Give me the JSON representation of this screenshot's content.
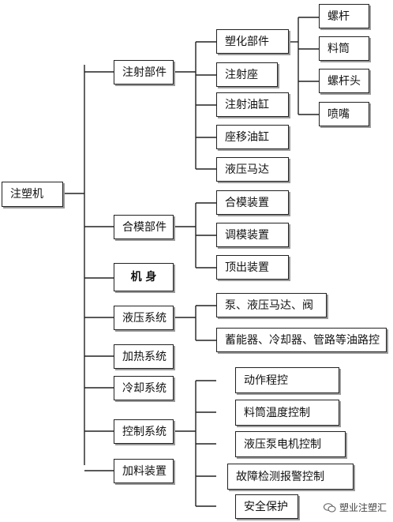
{
  "root": {
    "label": "注塑机"
  },
  "level1": {
    "injection_unit": "注射部件",
    "clamping_unit": "合模部件",
    "machine_body": "机 身",
    "hydraulic_system": "液压系统",
    "heating_system": "加热系统",
    "cooling_system": "冷却系统",
    "control_system": "控制系统",
    "feeding_device": "加料装置"
  },
  "level2": {
    "plasticizing_part": "塑化部件",
    "injection_seat": "注射座",
    "injection_cylinder": "注射油缸",
    "seat_shift_cylinder": "座移油缸",
    "hydraulic_motor": "液压马达",
    "mold_closing_device": "合模装置",
    "mold_adjusting_device": "调模装置",
    "ejector_device": "顶出装置",
    "pump_motor_valve": "泵、液压马达、阀",
    "accumulator_cooler_pipes": "蓄能器、冷却器、管路等油路控",
    "action_program_control": "动作程控",
    "barrel_temp_control": "料筒温度控制",
    "pump_motor_control": "液压泵电机控制",
    "fault_alarm_control": "故障检测报警控制",
    "safety_protection": "安全保护"
  },
  "level3": {
    "screw": "螺杆",
    "barrel": "料筒",
    "screw_head": "螺杆头",
    "nozzle": "喷嘴"
  },
  "watermark": {
    "text": "塑业注塑汇",
    "icon": "wechat-logo-icon"
  },
  "colors": {
    "line": "#222222",
    "shadow": "#9a9a9a"
  }
}
